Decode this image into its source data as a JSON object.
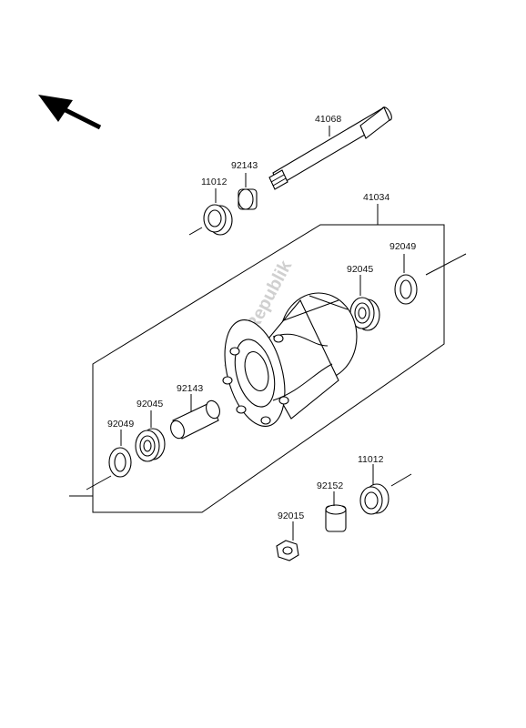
{
  "diagram": {
    "watermark": "PartsRepublik",
    "direction_arrow": "front-direction-arrow",
    "part_numbers": {
      "axle": "41068",
      "collar_top": "92143",
      "seal_top": "11012",
      "hub_assembly": "41034",
      "seal_right": "92049",
      "bearing_right": "92045",
      "collar_mid": "92143",
      "bearing_left": "92045",
      "seal_left": "92049",
      "seal_bottom": "11012",
      "collar_bottom": "92152",
      "nut": "92015"
    }
  }
}
